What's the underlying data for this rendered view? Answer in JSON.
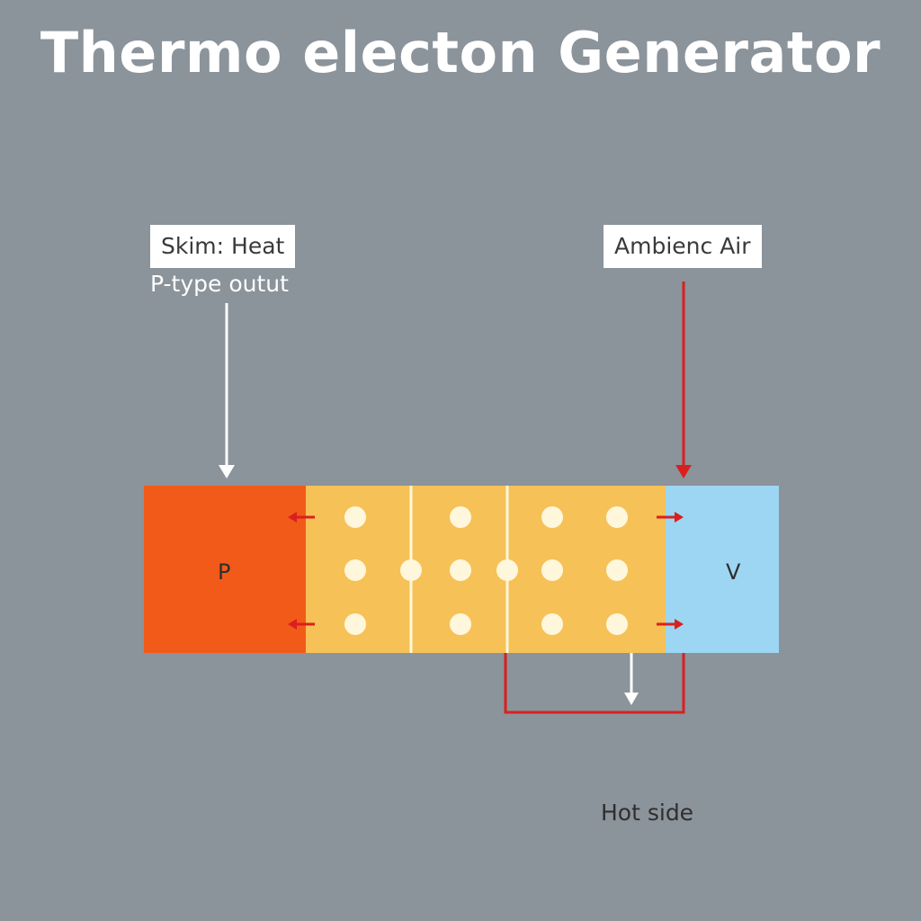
{
  "title": "Thermo electon Generator",
  "labels": {
    "skin_heat": "Skim: Heat",
    "ptype_output": "P-type outut",
    "ambient_air": "Ambienc Air",
    "hot_side": "Hot side"
  },
  "blocks": {
    "left_letter": "P",
    "right_letter": "V"
  },
  "colors": {
    "background": "#8b939b",
    "p_block": "#f25a1a",
    "middle_block": "#f6c157",
    "v_block": "#9dd6f2",
    "arrow_red": "#d9201f",
    "arrow_white": "#ffffff",
    "particle": "#fff7dc"
  }
}
